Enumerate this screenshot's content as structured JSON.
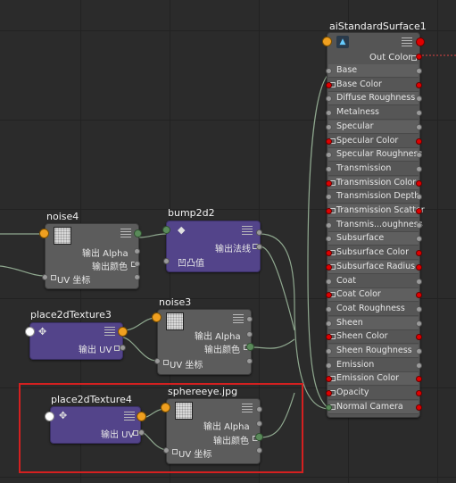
{
  "nodes": {
    "ai_surface": {
      "title": "aiStandardSurface1",
      "out_label": "Out Color",
      "attributes": [
        "Base",
        "Base Color",
        "Diffuse Roughness",
        "Metalness",
        "Specular",
        "Specular Color",
        "Specular Roughness",
        "Transmission",
        "Transmission Color",
        "Transmission Depth",
        "Transmission Scatter",
        "Transmis...oughness",
        "Subsurface",
        "Subsurface Color",
        "Subsurface Radius",
        "Coat",
        "Coat Color",
        "Coat Roughness",
        "Sheen",
        "Sheen Color",
        "Sheen Roughness",
        "Emission",
        "Emission Color",
        "Opacity",
        "Normal Camera"
      ]
    },
    "noise4": {
      "title": "noise4",
      "out_alpha": "输出 Alpha",
      "out_color": "输出颜色",
      "uv": "UV 坐标"
    },
    "bump2d2": {
      "title": "bump2d2",
      "out_normal": "输出法线",
      "bump_value": "凹凸值"
    },
    "place2d3": {
      "title": "place2dTexture3",
      "out_uv": "输出 UV"
    },
    "noise3": {
      "title": "noise3",
      "out_alpha": "输出 Alpha",
      "out_color": "输出颜色",
      "uv": "UV 坐标"
    },
    "place2d4": {
      "title": "place2dTexture4",
      "out_uv": "输出 UV"
    },
    "sphereeye": {
      "title": "sphereeye.jpg",
      "out_alpha": "输出 Alpha",
      "out_color": "输出颜色",
      "uv": "UV 坐标"
    }
  },
  "colors": {
    "background": "#2b2b2b",
    "texture_node": "#5c5c5c",
    "place_node": "#53448a",
    "wire": "#8fa88f",
    "selection": "#d42020",
    "port_red": "#e00000",
    "port_orange": "#f0a020"
  }
}
